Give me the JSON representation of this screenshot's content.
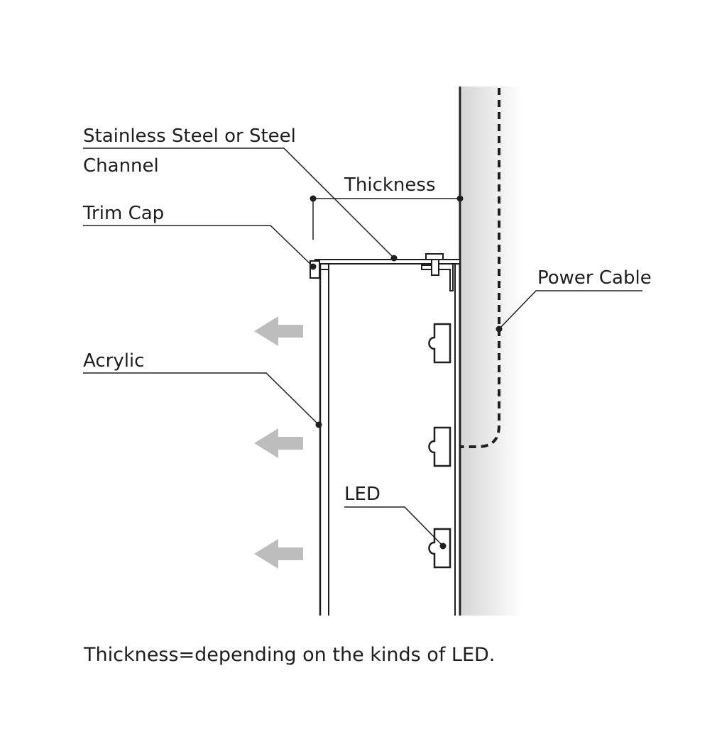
{
  "labels": {
    "channel_line1": "Stainless Steel or Steel",
    "channel_line2": "Channel",
    "thickness": "Thickness",
    "trim_cap": "Trim Cap",
    "power_cable": "Power Cable",
    "acrylic": "Acrylic",
    "led": "LED"
  },
  "footnote": "Thickness=depending on the kinds of LED.",
  "colors": {
    "line": "#1e1e1e",
    "arrow": "#bdbdbd",
    "wall_shadow_start": "#d6d6d6",
    "wall_shadow_end": "#ffffff"
  },
  "icons": {
    "light_direction": "left-arrow-icon"
  }
}
